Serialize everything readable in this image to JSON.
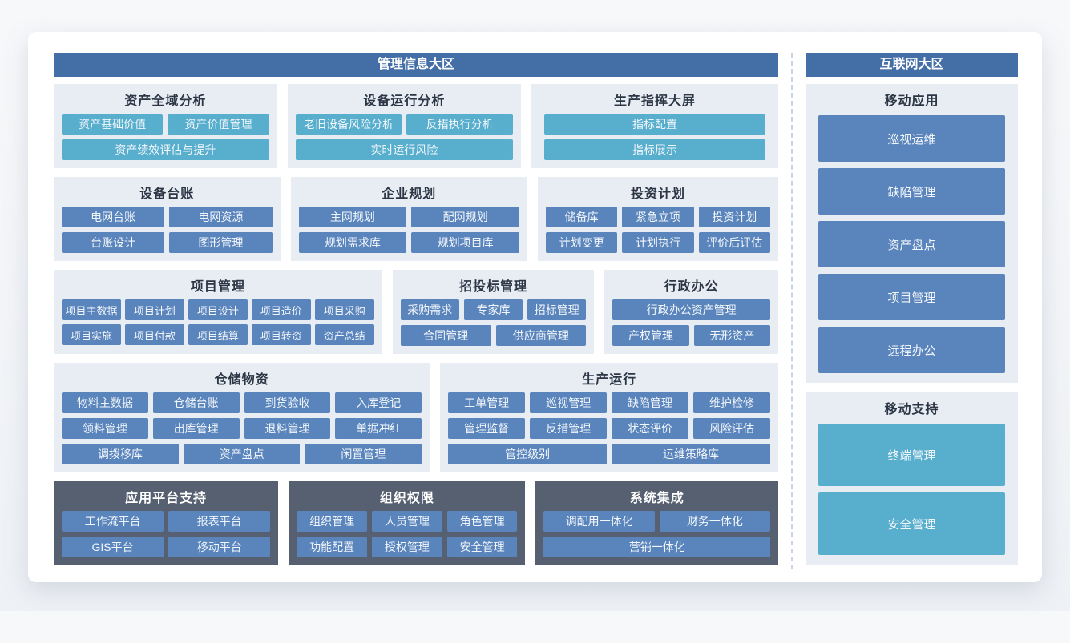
{
  "colors": {
    "zone_header": "#446ea6",
    "button_blue": "#5a84bc",
    "button_teal": "#57aecd",
    "section_bg": "#e8edf4",
    "dark_section_bg": "#566070",
    "title_text": "#2c3645",
    "divider": "#c9d4e0"
  },
  "mis": {
    "header": "管理信息大区",
    "sections": {
      "asset_analysis": {
        "title": "资产全域分析",
        "buttons": [
          "资产基础价值",
          "资产价值管理",
          "资产绩效评估与提升"
        ]
      },
      "equip_analysis": {
        "title": "设备运行分析",
        "buttons": [
          "老旧设备风险分析",
          "反措执行分析",
          "实时运行风险"
        ]
      },
      "command_screen": {
        "title": "生产指挥大屏",
        "buttons": [
          "指标配置",
          "指标展示"
        ]
      },
      "equip_ledger": {
        "title": "设备台账",
        "buttons": [
          "电网台账",
          "电网资源",
          "台账设计",
          "图形管理"
        ]
      },
      "enterprise_planning": {
        "title": "企业规划",
        "buttons": [
          "主网规划",
          "配网规划",
          "规划需求库",
          "规划项目库"
        ]
      },
      "investment_plan": {
        "title": "投资计划",
        "buttons": [
          "储备库",
          "紧急立项",
          "投资计划",
          "计划变更",
          "计划执行",
          "评价后评估"
        ]
      },
      "project_mgmt": {
        "title": "项目管理",
        "buttons": [
          "项目主数据",
          "项目计划",
          "项目设计",
          "项目造价",
          "项目采购",
          "项目实施",
          "项目付款",
          "项目结算",
          "项目转资",
          "资产总结"
        ]
      },
      "bidding_mgmt": {
        "title": "招投标管理",
        "buttons": [
          "采购需求",
          "专家库",
          "招标管理",
          "合同管理",
          "供应商管理"
        ]
      },
      "admin_office": {
        "title": "行政办公",
        "buttons": [
          "行政办公资产管理",
          "产权管理",
          "无形资产"
        ]
      },
      "warehouse": {
        "title": "仓储物资",
        "buttons": [
          "物料主数据",
          "仓储台账",
          "到货验收",
          "入库登记",
          "领料管理",
          "出库管理",
          "退料管理",
          "单据冲红",
          "调拨移库",
          "资产盘点",
          "闲置管理"
        ]
      },
      "production_run": {
        "title": "生产运行",
        "buttons": [
          "工单管理",
          "巡视管理",
          "缺陷管理",
          "维护检修",
          "管理监督",
          "反措管理",
          "状态评价",
          "风险评估",
          "管控级别",
          "运维策略库"
        ]
      },
      "platform_support": {
        "title": "应用平台支持",
        "buttons": [
          "工作流平台",
          "报表平台",
          "GIS平台",
          "移动平台"
        ]
      },
      "org_permission": {
        "title": "组织权限",
        "buttons": [
          "组织管理",
          "人员管理",
          "角色管理",
          "功能配置",
          "授权管理",
          "安全管理"
        ]
      },
      "system_integration": {
        "title": "系统集成",
        "buttons": [
          "调配用一体化",
          "财务一体化",
          "营销一体化"
        ]
      }
    }
  },
  "internet": {
    "header": "互联网大区",
    "sections": {
      "mobile_apps": {
        "title": "移动应用",
        "buttons": [
          "巡视运维",
          "缺陷管理",
          "资产盘点",
          "项目管理",
          "远程办公"
        ]
      },
      "mobile_support": {
        "title": "移动支持",
        "buttons": [
          "终端管理",
          "安全管理"
        ]
      }
    }
  }
}
